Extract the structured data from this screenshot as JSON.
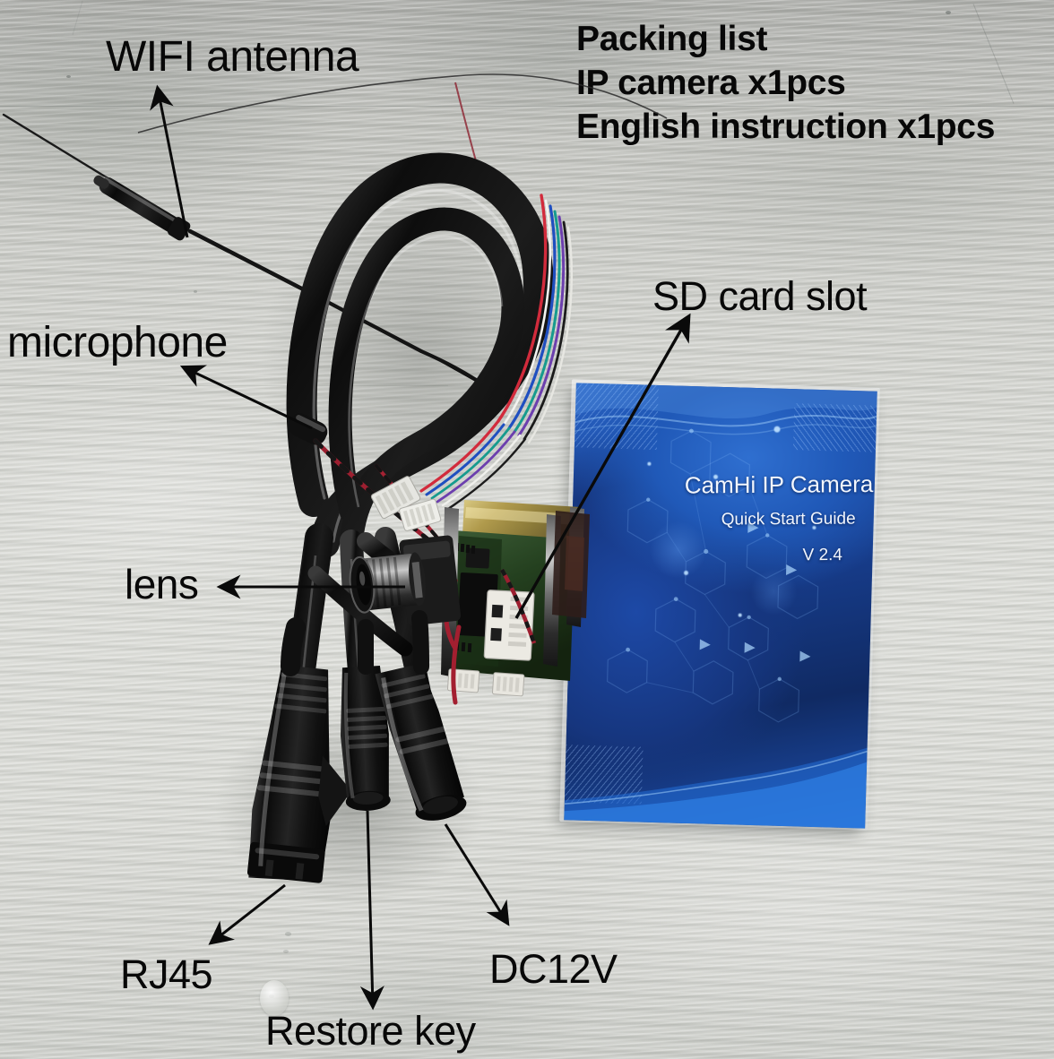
{
  "image": {
    "subject": "IP camera module product photo with callout annotations",
    "background": "grey-white wood plank surface"
  },
  "packing_list": {
    "heading": "Packing list",
    "items": [
      "IP camera x1pcs",
      "English instruction x1pcs"
    ]
  },
  "callouts": [
    {
      "id": "wifi-antenna",
      "label": "WIFI antenna"
    },
    {
      "id": "microphone",
      "label": "microphone"
    },
    {
      "id": "sd-card-slot",
      "label": "SD card slot"
    },
    {
      "id": "lens",
      "label": "lens"
    },
    {
      "id": "rj45",
      "label": "RJ45"
    },
    {
      "id": "restore-key",
      "label": "Restore key"
    },
    {
      "id": "dc12v",
      "label": "DC12V"
    }
  ],
  "booklet": {
    "title": "CamHi IP Camera",
    "subtitle": "Quick Start Guide",
    "version": "V 2.4",
    "cover_color": "#1e4ea8",
    "accent_color": "#2f6fd0"
  },
  "colors": {
    "text": "#080808",
    "wood_light": "#dadbd6",
    "wood_dark": "#a9aaa6",
    "cable_black": "#121212",
    "pcb_green": "#2c4a2a",
    "brass": "#b7a35c",
    "wire_red": "#b4253a",
    "connector_white": "#e9e9e4"
  }
}
